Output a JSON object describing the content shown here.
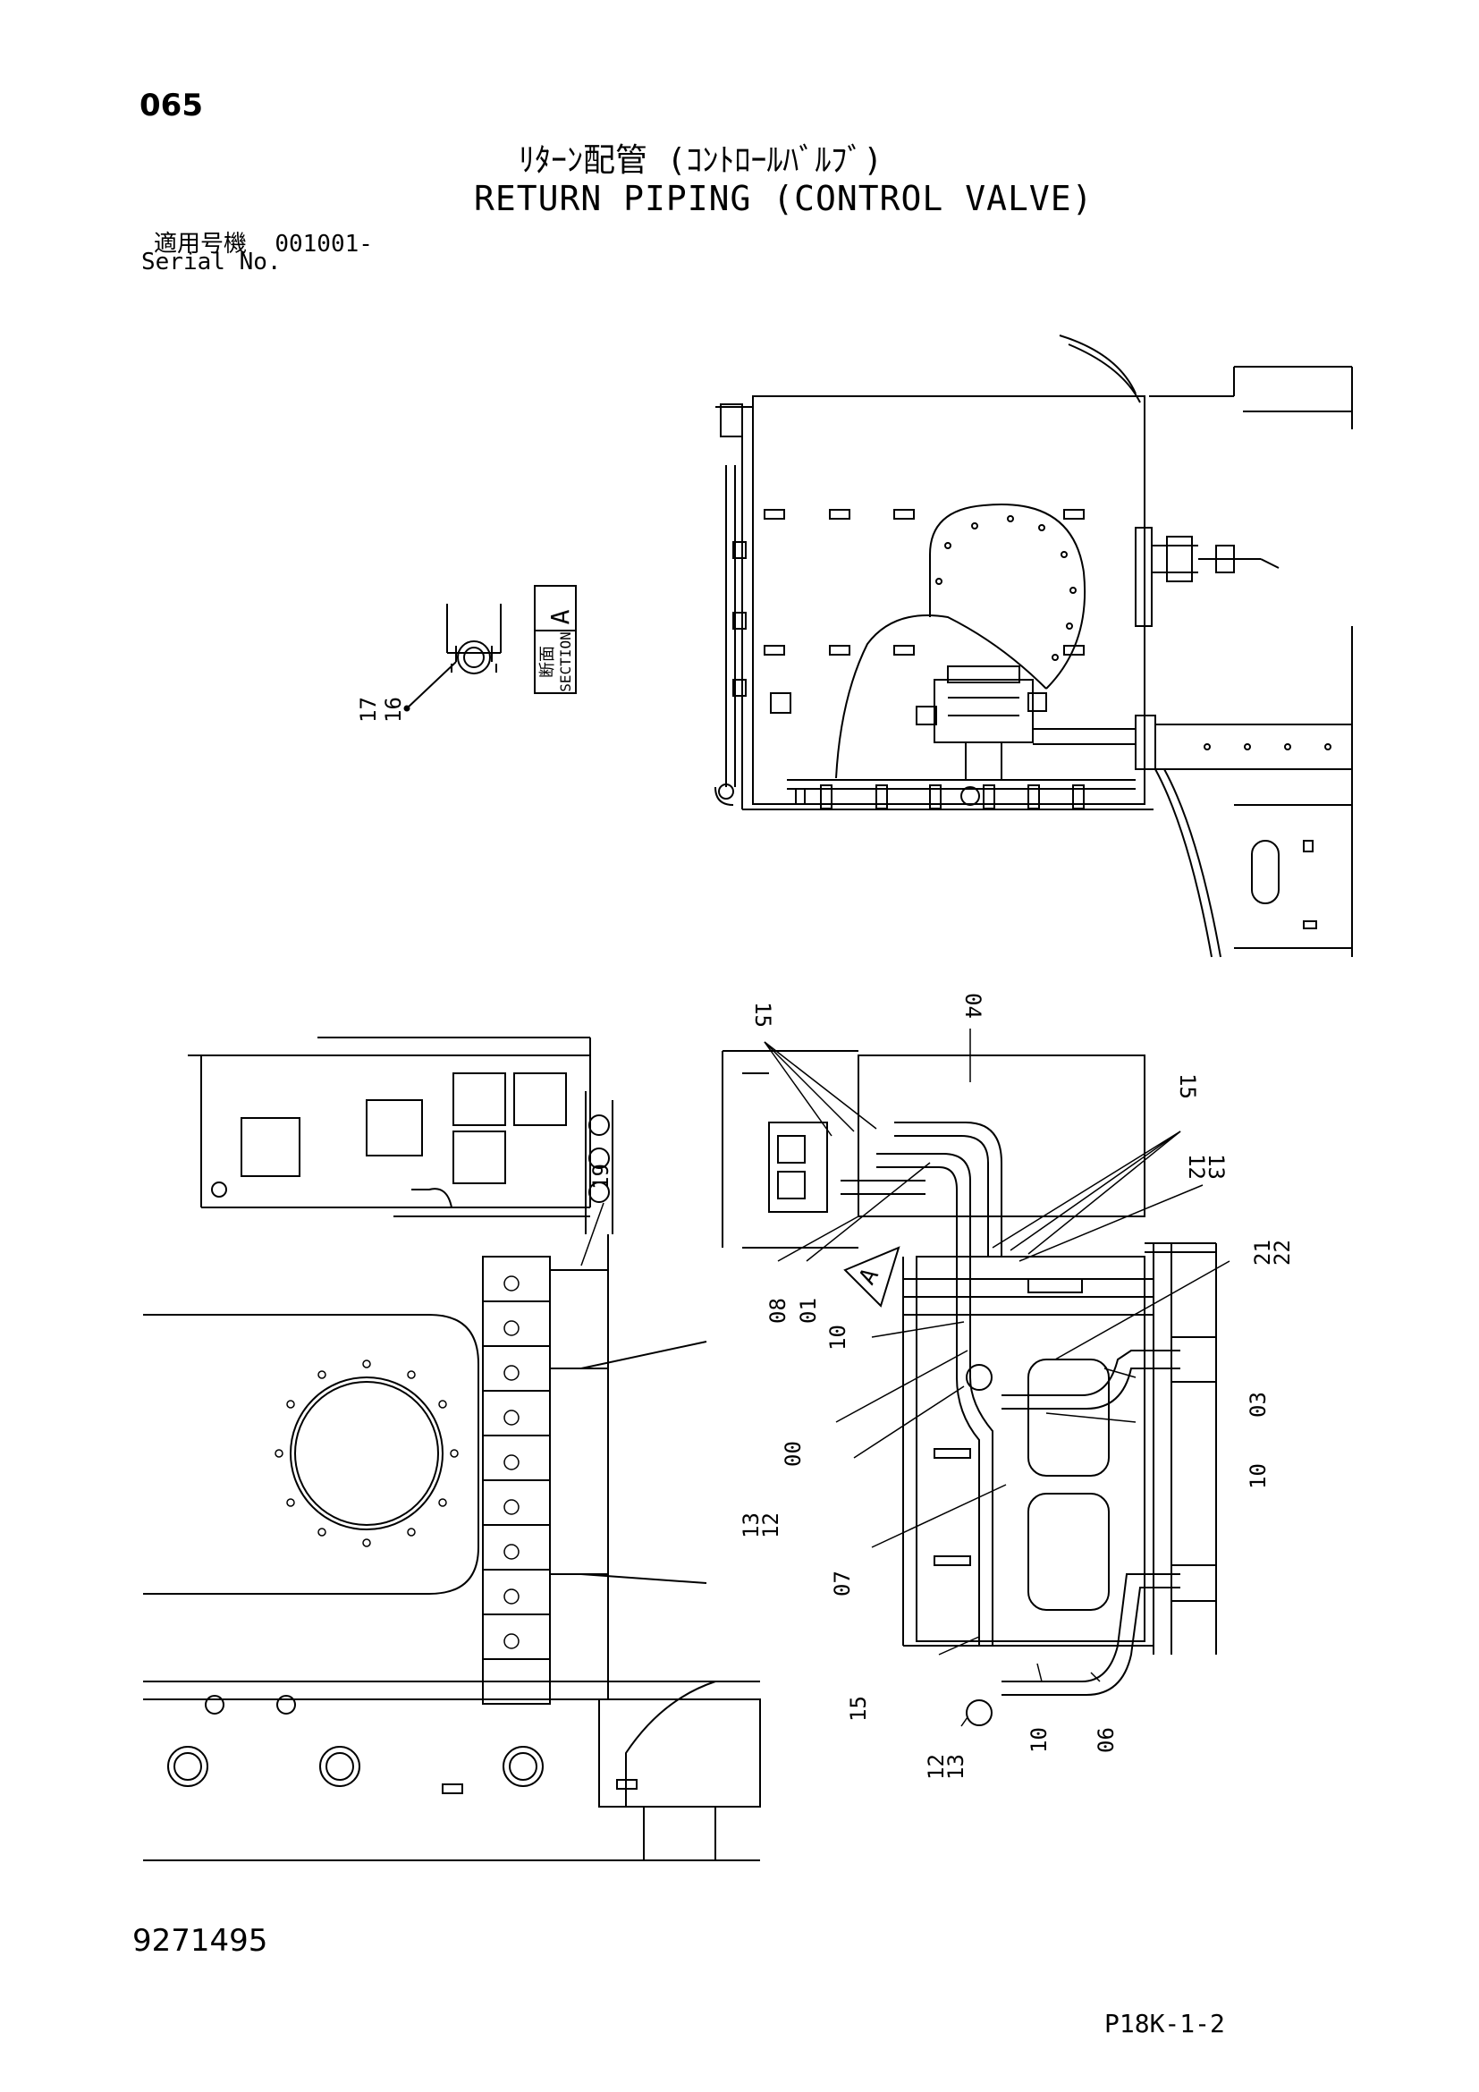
{
  "header": {
    "page_number": "065",
    "title_jp": "ﾘﾀｰﾝ配管 (ｺﾝﾄﾛｰﾙﾊﾞﾙﾌﾞ)",
    "title_en": "RETURN PIPING (CONTROL VALVE)",
    "serial_label_jp": "適用号機",
    "serial_value": "001001-",
    "serial_label_en": "Serial No."
  },
  "section_view": {
    "label_jp": "断面",
    "label_en": "SECTION",
    "letter": "A",
    "callouts": [
      "17",
      "16"
    ]
  },
  "callouts": {
    "c15a": "15",
    "c04": "04",
    "c15b": "15",
    "c12a": "12",
    "c13a": "13",
    "c19": "19",
    "c21": "21",
    "c22": "22",
    "c08": "08",
    "c01": "01",
    "c10a": "10",
    "c03": "03",
    "c10b": "10",
    "c00": "00",
    "c13b": "13",
    "c12b": "12",
    "c07": "07",
    "c15c": "15",
    "c12c": "12",
    "c13c": "13",
    "c10c": "10",
    "c06": "06",
    "view_arrow": "A"
  },
  "footer": {
    "doc_number": "9271495",
    "sheet_code": "P18K-1-2"
  }
}
